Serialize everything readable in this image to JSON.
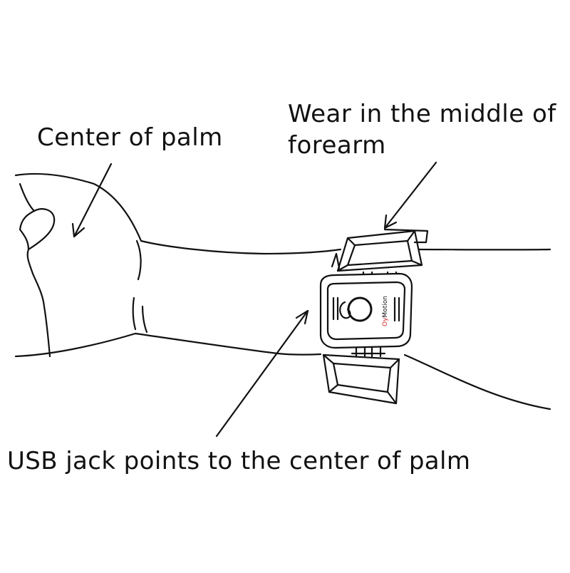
{
  "labels": {
    "palm": "Center of palm",
    "forearm_line1": "Wear in the middle of",
    "forearm_line2": "forearm",
    "usb": "USB jack points to the center of palm"
  },
  "device": {
    "brand_prefix": "Oy",
    "brand_suffix": "Motion",
    "brand_color": "#d22020"
  },
  "colors": {
    "ink": "#111111",
    "background": "#ffffff"
  }
}
